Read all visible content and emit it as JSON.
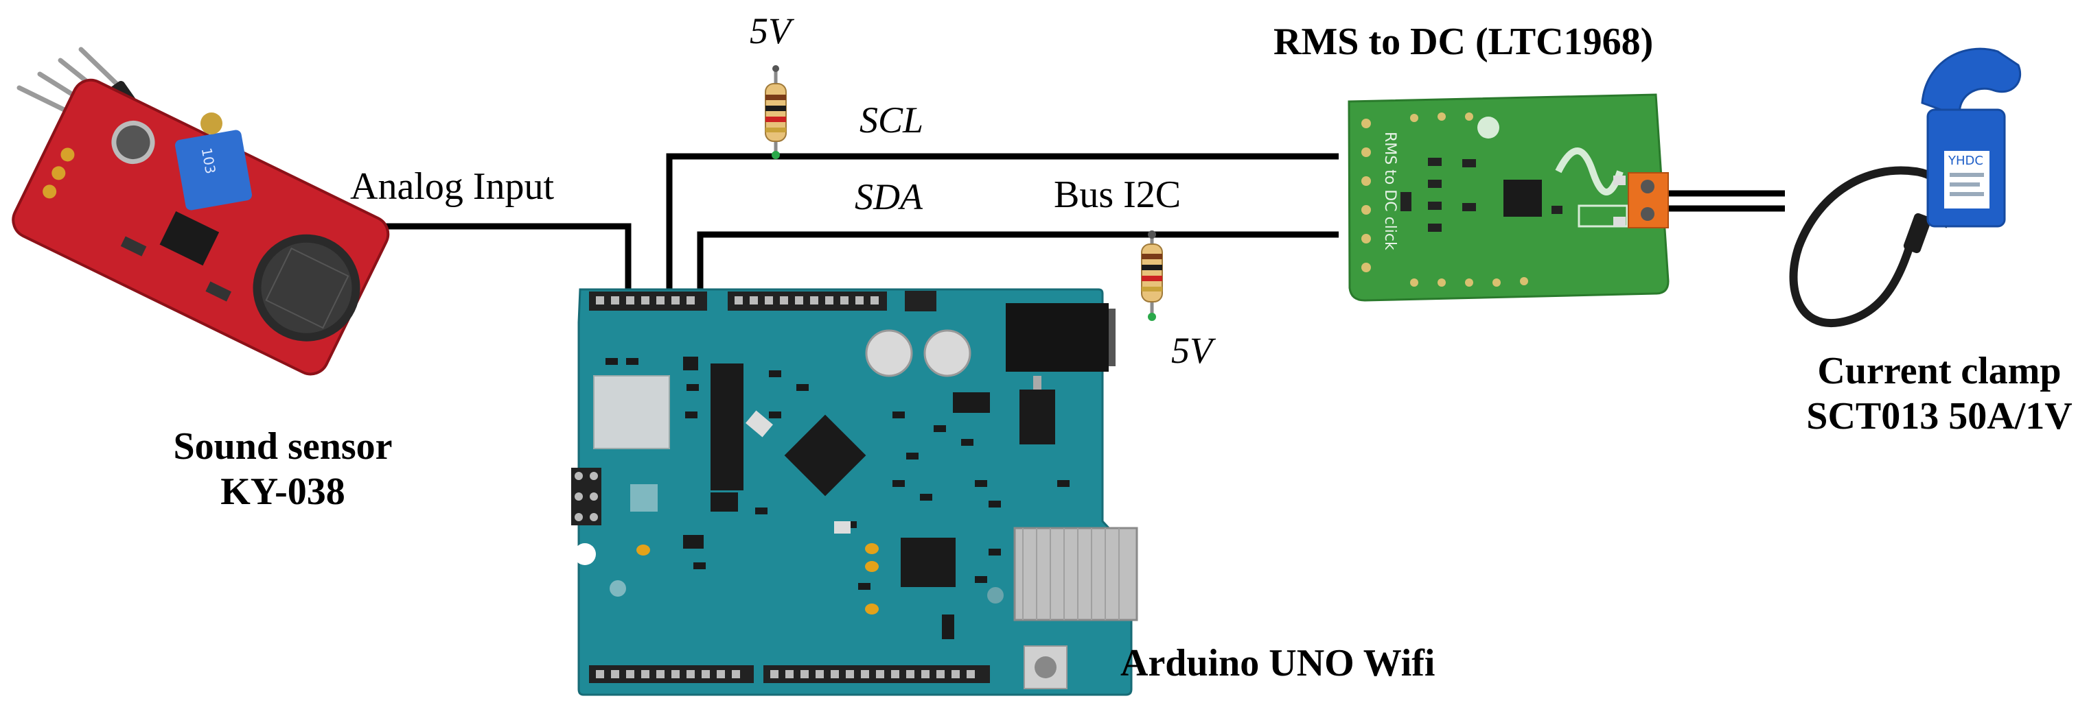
{
  "labels": {
    "five_v_top": "5V",
    "five_v_bottom": "5V",
    "scl": "SCL",
    "sda": "SDA",
    "analog_input": "Analog Input",
    "bus_i2c": "Bus I2C",
    "rms_title": "RMS to DC (LTC1968)",
    "sound_sensor_line1": "Sound sensor",
    "sound_sensor_line2": "KY-038",
    "clamp_line1": "Current clamp",
    "clamp_line2": "SCT013 50A/1V",
    "arduino": "Arduino UNO Wifi"
  },
  "board_text": {
    "sensor_pot": "103",
    "rms_board": "RMS to DC click",
    "clamp_brand": "YHDC"
  },
  "colors": {
    "wire": "#000000",
    "sensor_pcb": "#c8202a",
    "sensor_pot": "#2f6fd1",
    "arduino_pcb": "#1f8a97",
    "rms_pcb": "#3c9a3e",
    "terminal": "#e9701f",
    "clamp_blue": "#1f5fc8",
    "resistor_body": "#e8c27a"
  }
}
